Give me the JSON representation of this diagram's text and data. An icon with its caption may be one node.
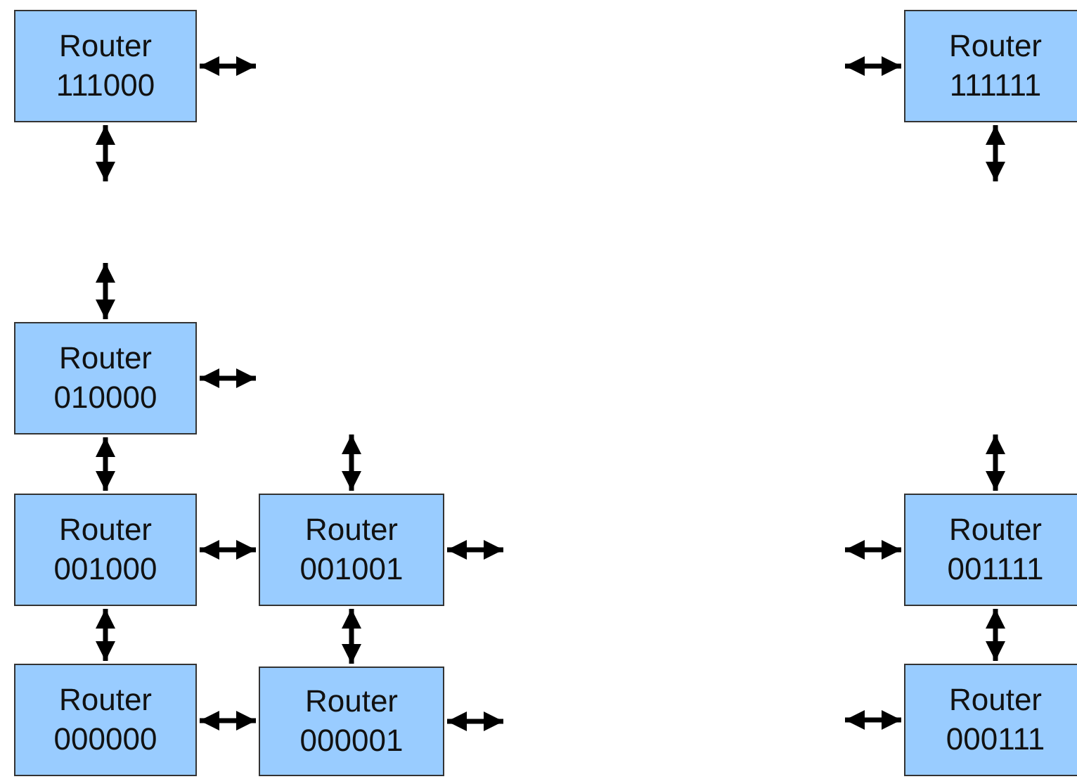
{
  "diagram": {
    "nodes": [
      {
        "text": [
          "Router 111000"
        ]
      },
      {
        "text": [
          "Router 111111"
        ]
      },
      {
        "text": [
          "Router 010000"
        ]
      },
      {
        "text": [
          "Router 001000"
        ]
      },
      {
        "text": [
          "Router 001001"
        ]
      },
      {
        "text": [
          "Router 001111"
        ]
      },
      {
        "text": [
          "Router 000000"
        ]
      },
      {
        "text": [
          "Router 000001"
        ]
      },
      {
        "text": [
          "Router 000111"
        ]
      }
    ],
    "edges": [
      {
        "from": 0,
        "to": null,
        "arrow": "both"
      },
      {
        "from": 0,
        "to": null,
        "arrow": "both"
      },
      {
        "from": 1,
        "to": null,
        "arrow": "both"
      },
      {
        "from": 1,
        "to": null,
        "arrow": "both"
      },
      {
        "from": 2,
        "to": null,
        "arrow": "both"
      },
      {
        "from": 2,
        "to": null,
        "arrow": "both"
      },
      {
        "from": 2,
        "to": 3,
        "arrow": "both"
      },
      {
        "from": 3,
        "to": 4,
        "arrow": "both"
      },
      {
        "from": 3,
        "to": 6,
        "arrow": "both"
      },
      {
        "from": 4,
        "to": null,
        "arrow": "both"
      },
      {
        "from": 4,
        "to": null,
        "arrow": "both"
      },
      {
        "from": 4,
        "to": 7,
        "arrow": "both"
      },
      {
        "from": 5,
        "to": null,
        "arrow": "both"
      },
      {
        "from": 5,
        "to": null,
        "arrow": "both"
      },
      {
        "from": 5,
        "to": 8,
        "arrow": "both"
      },
      {
        "from": 6,
        "to": 7,
        "arrow": "both"
      },
      {
        "from": 7,
        "to": null,
        "arrow": "both"
      },
      {
        "from": 8,
        "to": null,
        "arrow": "both"
      }
    ]
  }
}
